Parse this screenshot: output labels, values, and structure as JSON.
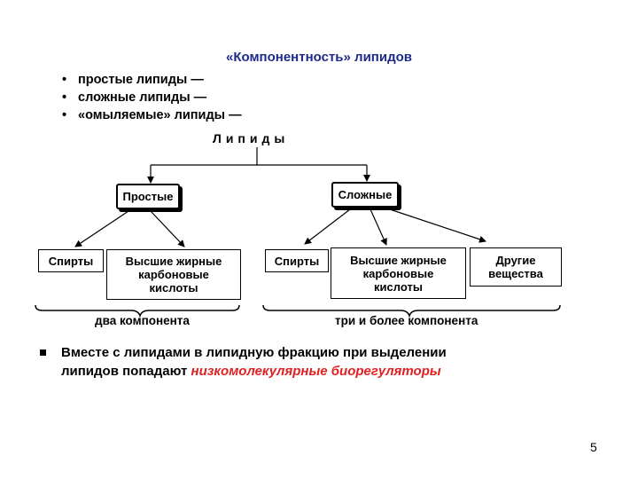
{
  "title": "«Компонентность» липидов",
  "bullets": [
    "простые липиды —",
    "сложные липиды —",
    "«омыляемые» липиды —"
  ],
  "bullet_glyph": "•",
  "diagram": {
    "root": "Липиды",
    "simple": "Простые",
    "complex": "Сложные",
    "simple_children": [
      "Спирты",
      "Высшие жирные карбоновые кислоты"
    ],
    "complex_children": [
      "Спирты",
      "Высшие жирные карбоновые кислоты",
      "Другие вещества"
    ],
    "brace_simple": "два компонента",
    "brace_complex": "три и более компонента"
  },
  "note": {
    "line1": "Вместе с липидами в липидную фракцию при выделении",
    "line2_prefix": "липидов попадают ",
    "line2_highlight": "низкомолекулярные биорегуляторы"
  },
  "page_number": "5",
  "colors": {
    "title": "#1e2a8a",
    "highlight": "#e02020"
  }
}
